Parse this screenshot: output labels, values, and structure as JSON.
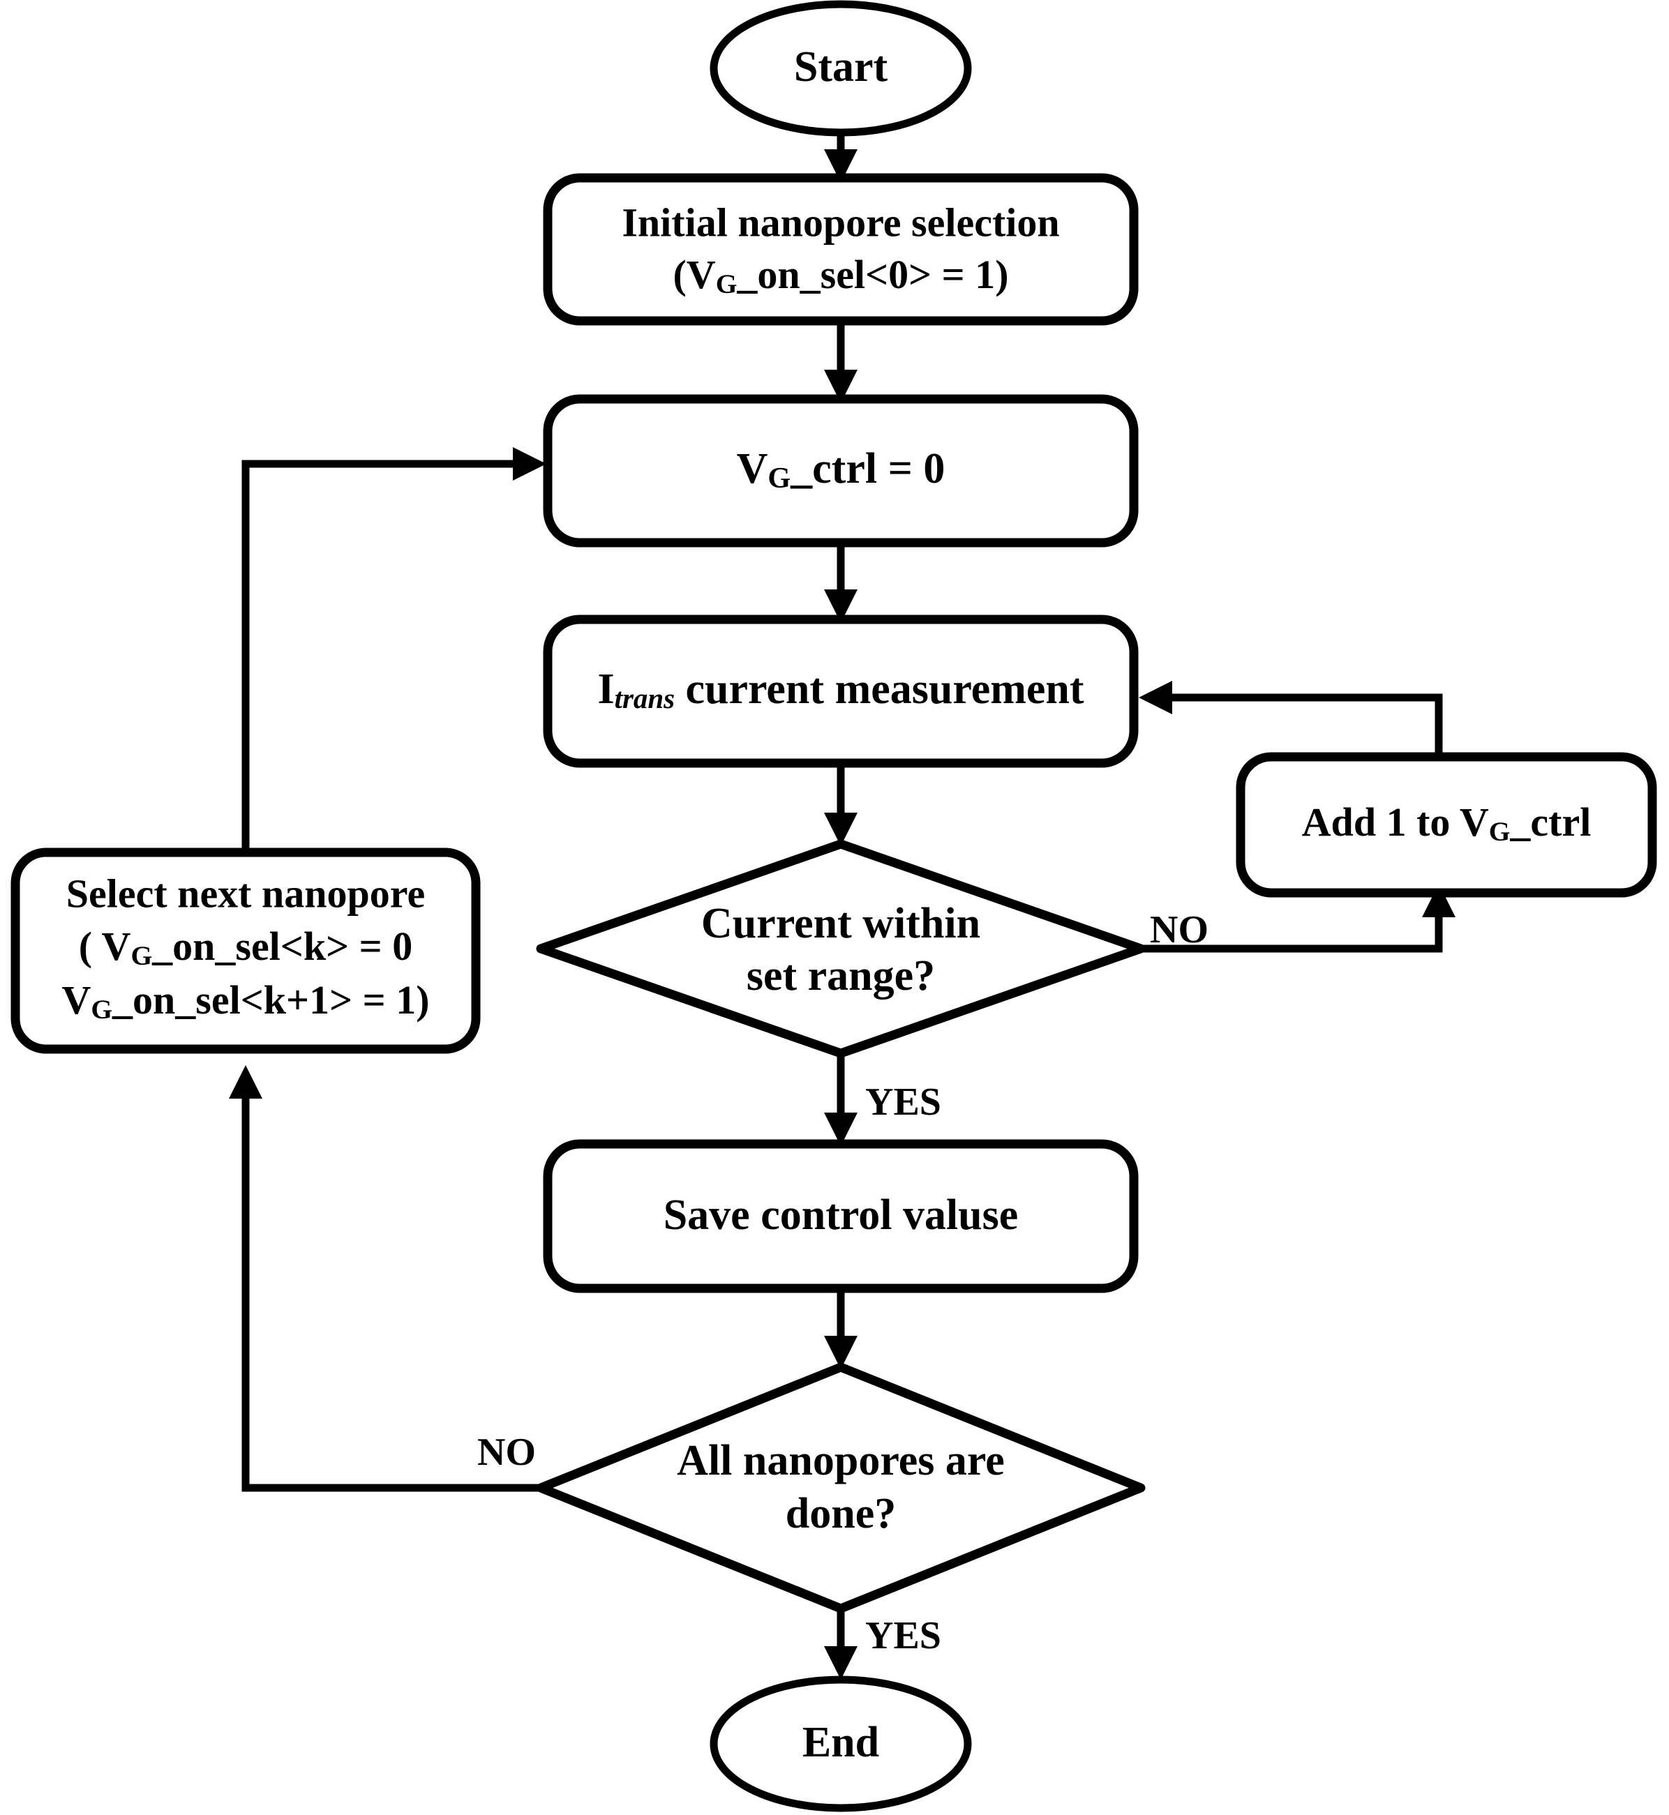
{
  "diagram": {
    "title": "Nanopore gate voltage calibration flowchart",
    "stroke_color": "#000000",
    "fill_color": "#ffffff"
  },
  "nodes": {
    "start": {
      "label": "Start",
      "shape": "ellipse"
    },
    "init": {
      "shape": "rounded-rect",
      "line1": "Initial nanopore selection",
      "line2_pre": "(V",
      "line2_sub": "G",
      "line2_post": "_on_sel<0> = 1)"
    },
    "reset_ctrl": {
      "shape": "rounded-rect",
      "pre": "V",
      "sub": "G",
      "post": "_ctrl = 0"
    },
    "measure": {
      "shape": "rounded-rect",
      "pre": "I",
      "sub": "trans",
      "post": " current measurement"
    },
    "decision_range": {
      "shape": "diamond",
      "line1": "Current within",
      "line2": "set range?"
    },
    "increment": {
      "shape": "rounded-rect",
      "pre": "Add 1 to V",
      "sub": "G",
      "post": "_ctrl"
    },
    "select_next": {
      "shape": "rounded-rect",
      "line1": "Select next nanopore",
      "line2_pre": "( V",
      "line2_sub": "G",
      "line2_post": "_on_sel<k> = 0",
      "line3_pre": "V",
      "line3_sub": "G",
      "line3_post": "_on_sel<k+1> = 1)"
    },
    "save": {
      "shape": "rounded-rect",
      "label": "Save control valuse"
    },
    "decision_done": {
      "shape": "diamond",
      "line1": "All nanopores are",
      "line2": "done?"
    },
    "end": {
      "label": "End",
      "shape": "ellipse"
    }
  },
  "edge_labels": {
    "range_no": "NO",
    "range_yes": "YES",
    "done_no": "NO",
    "done_yes": "YES"
  },
  "chart_data": {
    "type": "flowchart",
    "title": "Nanopore gate voltage calibration flowchart",
    "steps": [
      "Start",
      "Initial nanopore selection (V_G_on_sel<0> = 1)",
      "V_G_ctrl = 0",
      "I_trans current measurement",
      "Current within set range?",
      "Add 1 to V_G_ctrl",
      "Save control valuse",
      "All nanopores are done?",
      "Select next nanopore ( V_G_on_sel<k> = 0  V_G_on_sel<k+1> = 1)",
      "End"
    ],
    "edges": [
      {
        "from": "Start",
        "to": "Initial nanopore selection (V_G_on_sel<0> = 1)",
        "label": ""
      },
      {
        "from": "Initial nanopore selection (V_G_on_sel<0> = 1)",
        "to": "V_G_ctrl = 0",
        "label": ""
      },
      {
        "from": "V_G_ctrl = 0",
        "to": "I_trans current measurement",
        "label": ""
      },
      {
        "from": "I_trans current measurement",
        "to": "Current within set range?",
        "label": ""
      },
      {
        "from": "Current within set range?",
        "to": "Add 1 to V_G_ctrl",
        "label": "NO"
      },
      {
        "from": "Add 1 to V_G_ctrl",
        "to": "I_trans current measurement",
        "label": ""
      },
      {
        "from": "Current within set range?",
        "to": "Save control valuse",
        "label": "YES"
      },
      {
        "from": "Save control valuse",
        "to": "All nanopores are done?",
        "label": ""
      },
      {
        "from": "All nanopores are done?",
        "to": "Select next nanopore ( V_G_on_sel<k> = 0  V_G_on_sel<k+1> = 1)",
        "label": "NO"
      },
      {
        "from": "Select next nanopore ( V_G_on_sel<k> = 0  V_G_on_sel<k+1> = 1)",
        "to": "V_G_ctrl = 0",
        "label": ""
      },
      {
        "from": "All nanopores are done?",
        "to": "End",
        "label": "YES"
      }
    ]
  }
}
